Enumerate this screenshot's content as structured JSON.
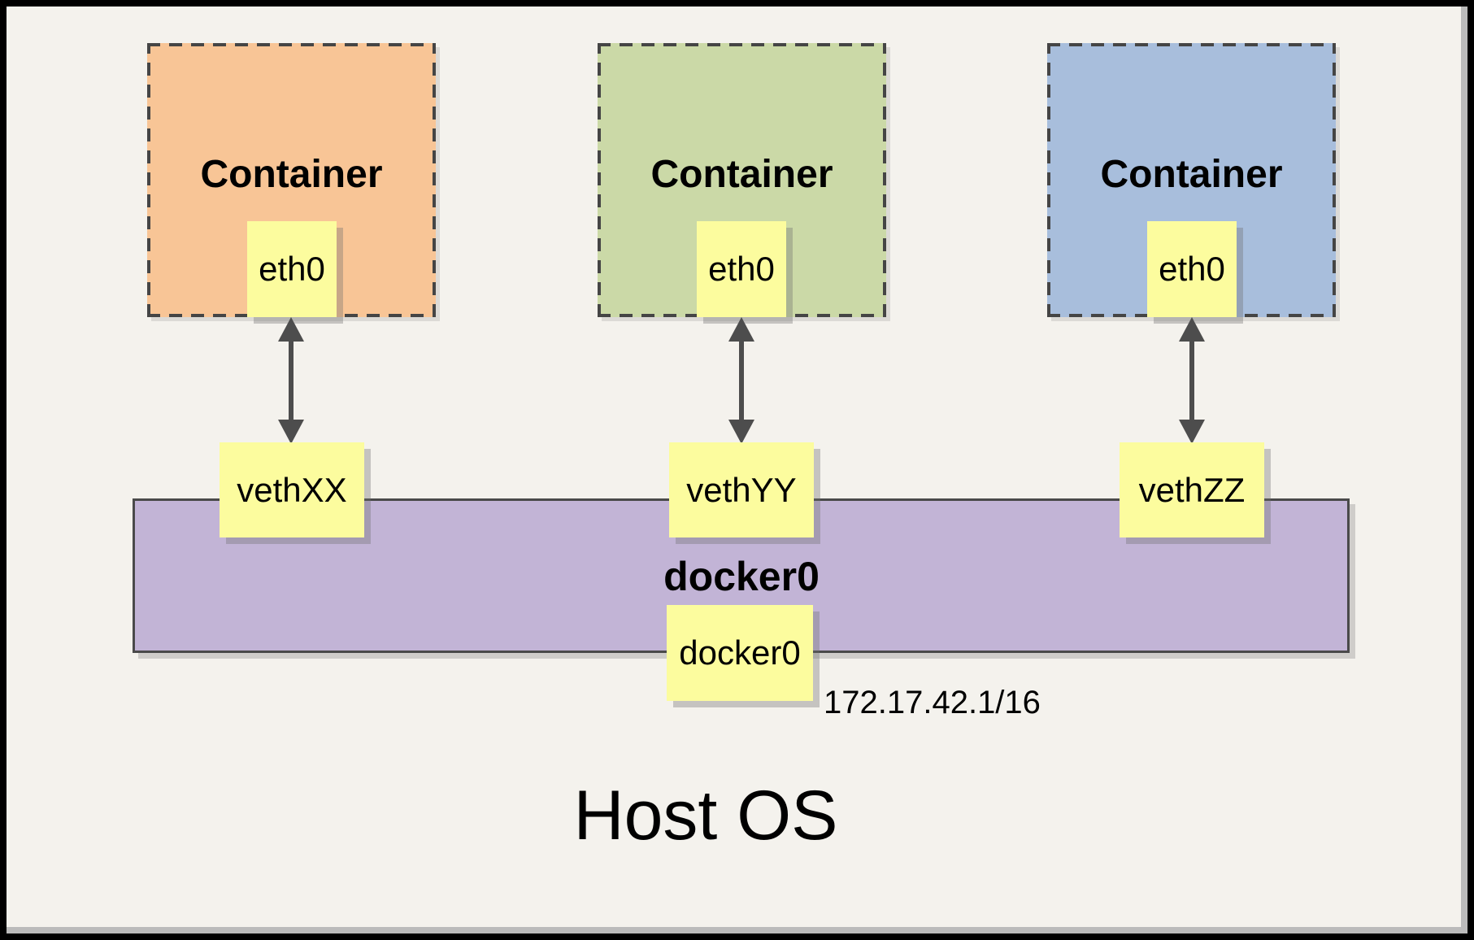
{
  "diagram": {
    "containers": [
      {
        "title": "Container",
        "interface": "eth0",
        "veth": "vethXX",
        "fill": "#F8C596"
      },
      {
        "title": "Container",
        "interface": "eth0",
        "veth": "vethYY",
        "fill": "#CBD9A7"
      },
      {
        "title": "Container",
        "interface": "eth0",
        "veth": "vethZZ",
        "fill": "#A8BEDC"
      }
    ],
    "bridge": {
      "title": "docker0",
      "interface": "docker0",
      "ip": "172.17.42.1/16",
      "fill": "#C2B4D6"
    },
    "host": {
      "title": "Host OS"
    },
    "colors": {
      "note_yellow": "#FCFC9E",
      "arrow_gray": "#4D4D4D",
      "dash_gray": "#454545",
      "background": "#F4F2ED",
      "bevel_gray": "#BBBBBB",
      "frame_black": "#000000"
    }
  }
}
